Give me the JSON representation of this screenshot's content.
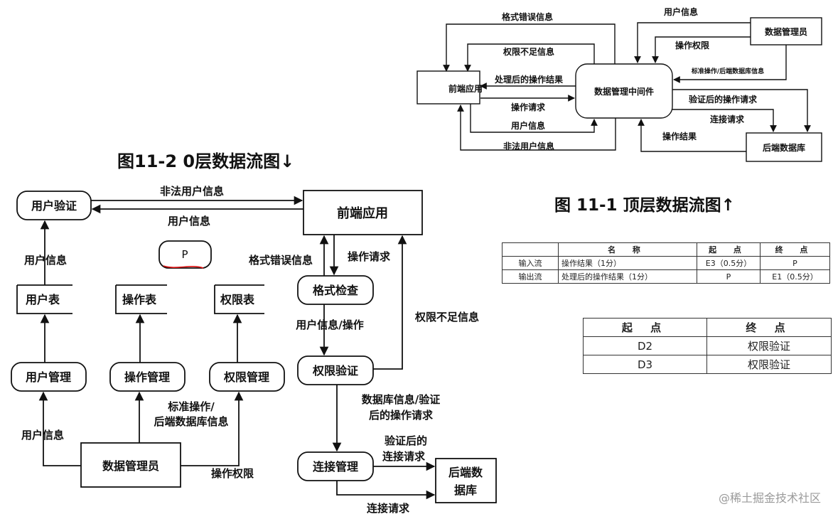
{
  "top_diagram": {
    "nodes": {
      "frontend": "前端应用",
      "middleware": "数据管理中间件",
      "admin": "数据管理员",
      "backend_db": "后端数据库"
    },
    "flows": {
      "format_error": "格式错误信息",
      "insufficient_perm": "权限不足信息",
      "processed_result": "处理后的操作结果",
      "op_request": "操作请求",
      "user_info": "用户信息",
      "illegal_user": "非法用户信息",
      "admin_user_info": "用户信息",
      "op_permission": "操作权限",
      "std_op_db_info": "标准操作/后端数据库信息",
      "verified_request": "验证后的操作请求",
      "connect_request": "连接请求",
      "op_result": "操作结果"
    },
    "caption": "图 11-1  顶层数据流图↑"
  },
  "level0_diagram": {
    "caption": "图11-2  0层数据流图↓",
    "nodes": {
      "user_verify": "用户验证",
      "frontend": "前端应用",
      "p_node": "P",
      "user_table": "用户表",
      "op_table": "操作表",
      "perm_table": "权限表",
      "user_mgmt": "用户管理",
      "op_mgmt": "操作管理",
      "perm_mgmt": "权限管理",
      "admin": "数据管理员",
      "format_check": "格式检查",
      "perm_verify": "权限验证",
      "conn_mgmt": "连接管理",
      "backend_db_l1": "后端数",
      "backend_db_l2": "据库"
    },
    "flows": {
      "illegal_user": "非法用户信息",
      "user_info_top": "用户信息",
      "user_info_left": "用户信息",
      "format_error": "格式错误信息",
      "op_request": "操作请求",
      "user_info_op": "用户信息/操作",
      "insufficient_perm": "权限不足信息",
      "db_info_l1": "数据库信息/验证",
      "db_info_l2": "后的操作请求",
      "verified_conn_l1": "验证后的",
      "verified_conn_l2": "连接请求",
      "connect_request": "连接请求",
      "std_op_l1": "标准操作/",
      "std_op_l2": "后端数据库信息",
      "admin_user_info": "用户信息",
      "op_permission": "操作权限"
    }
  },
  "table_flows": {
    "headers": [
      "名 称",
      "起 点",
      "终 点"
    ],
    "rows": [
      [
        "输入流",
        "操作结果（1分）",
        "E3（0.5分）",
        "P"
      ],
      [
        "输出流",
        "处理后的操作结果（1分）",
        "P",
        "E1（0.5分）"
      ]
    ]
  },
  "table_stores": {
    "headers": [
      "起 点",
      "终 点"
    ],
    "rows": [
      [
        "D2",
        "权限验证"
      ],
      [
        "D3",
        "权限验证"
      ]
    ]
  },
  "watermark": "@稀土掘金技术社区"
}
